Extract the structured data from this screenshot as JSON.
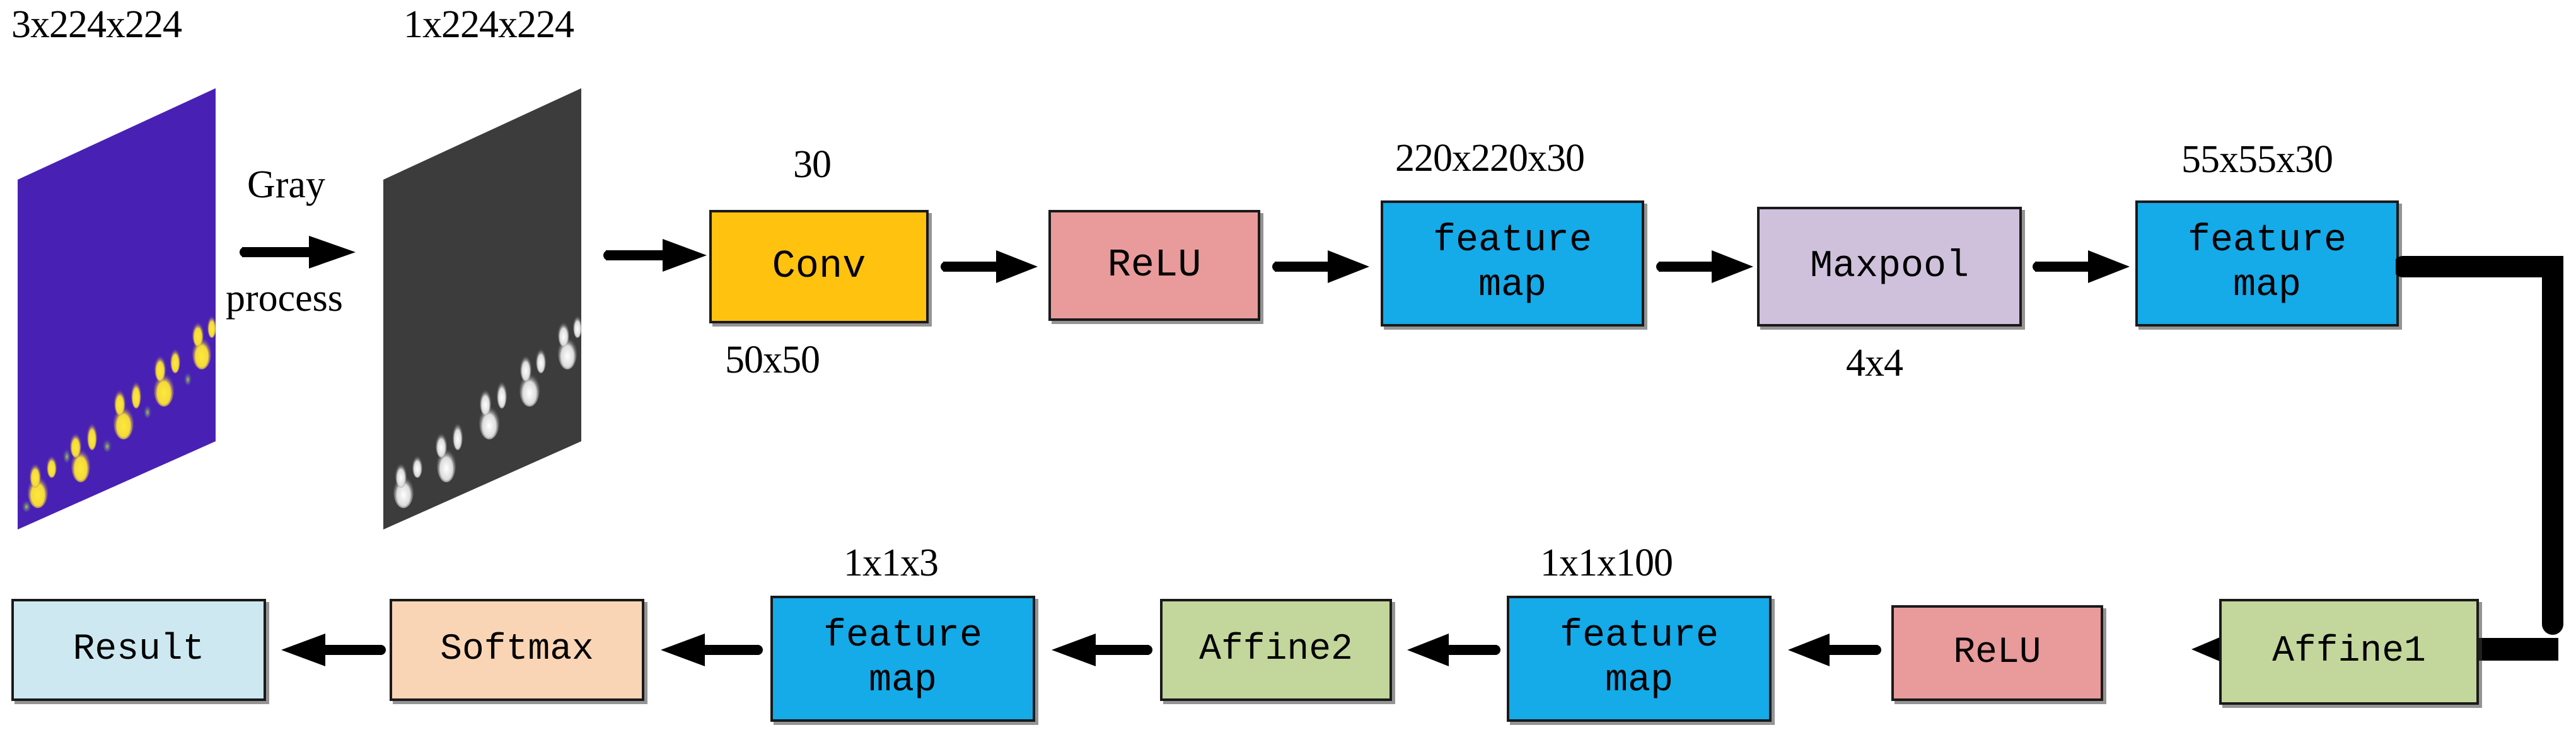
{
  "diagram": {
    "title": "CNN flame-classification architecture",
    "colors": {
      "conv": "#FFC20E",
      "relu": "#E99A9A",
      "feature_map": "#15AAE8",
      "maxpool": "#CFC0DC",
      "affine": "#C3D69B",
      "softmax": "#FAD5B5",
      "result": "#CDE8F0",
      "input_plate": "#4821B4",
      "gray_plate": "#3C3C3C",
      "flame_hot": "#FCEA3A",
      "flame_mid": "#6FC36A",
      "arrow": "#000000",
      "border": "#1A1A1A"
    },
    "top_row": {
      "input_label": "3x224x224",
      "gray_label": "1x224x224",
      "gray_process_top": "Gray",
      "gray_process_bottom": "process",
      "nodes": [
        {
          "id": "conv",
          "label_lines": [
            "Conv"
          ],
          "label_above": "30",
          "label_below": "50x50",
          "color_key": "conv"
        },
        {
          "id": "relu1",
          "label_lines": [
            "ReLU"
          ],
          "label_above": "",
          "label_below": "",
          "color_key": "relu"
        },
        {
          "id": "featuremap1",
          "label_lines": [
            "feature",
            "map"
          ],
          "label_above": "220x220x30",
          "label_below": "",
          "color_key": "feature_map"
        },
        {
          "id": "maxpool",
          "label_lines": [
            "Maxpool"
          ],
          "label_above": "",
          "label_below": "4x4",
          "color_key": "maxpool"
        },
        {
          "id": "featuremap2",
          "label_lines": [
            "feature",
            "map"
          ],
          "label_above": "55x55x30",
          "label_below": "",
          "color_key": "feature_map"
        }
      ]
    },
    "bottom_row": {
      "nodes": [
        {
          "id": "result",
          "label_lines": [
            "Result"
          ],
          "label_above": "",
          "color_key": "result"
        },
        {
          "id": "softmax",
          "label_lines": [
            "Softmax"
          ],
          "label_above": "",
          "color_key": "softmax"
        },
        {
          "id": "featuremap4",
          "label_lines": [
            "feature",
            "map"
          ],
          "label_above": "1x1x3",
          "color_key": "feature_map"
        },
        {
          "id": "affine2",
          "label_lines": [
            "Affine2"
          ],
          "label_above": "",
          "color_key": "affine"
        },
        {
          "id": "featuremap3",
          "label_lines": [
            "feature",
            "map"
          ],
          "label_above": "1x1x100",
          "color_key": "feature_map"
        },
        {
          "id": "relu2",
          "label_lines": [
            "ReLU"
          ],
          "label_above": "",
          "color_key": "relu"
        },
        {
          "id": "affine1",
          "label_lines": [
            "Affine1"
          ],
          "label_above": "",
          "color_key": "affine"
        }
      ]
    },
    "connector": {
      "description": "elbow from feature-map(55x55x30) right edge, right then down then left into Affine1"
    }
  }
}
